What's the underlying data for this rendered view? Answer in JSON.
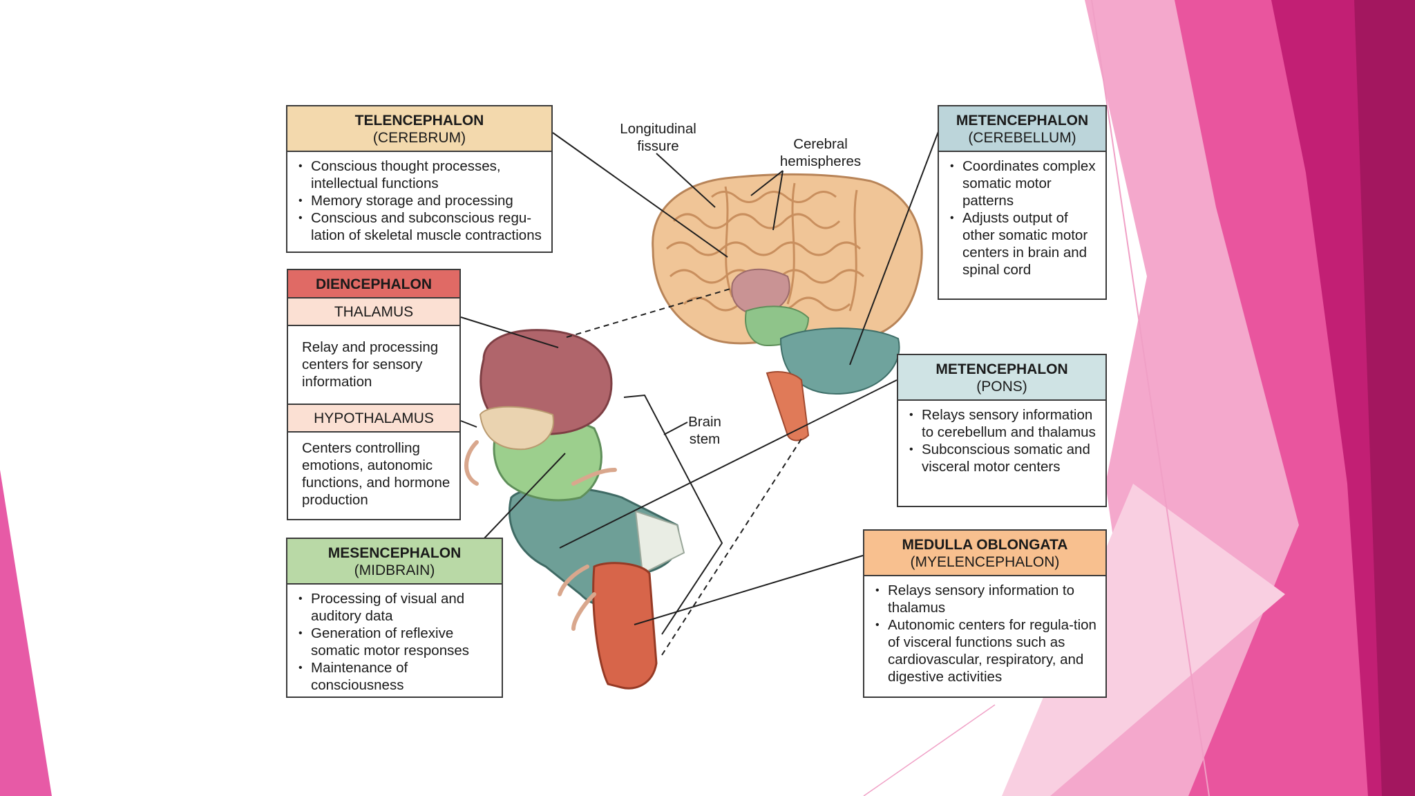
{
  "colors": {
    "telencephalon": "#f3d9ad",
    "diencephalon": "#e06a65",
    "diencephalon_sub": "#fbe0d3",
    "metencephalon": "#bcd5da",
    "mesencephalon": "#b9d9a6",
    "medulla": "#f8c08f",
    "background_accent": "#d41e7c"
  },
  "telencephalon": {
    "title": "TELENCEPHALON",
    "subtitle": "(CEREBRUM)",
    "items": [
      "Conscious thought processes, intellectual functions",
      "Memory storage and processing",
      "Conscious and subconscious regu-lation of skeletal muscle contractions"
    ]
  },
  "diencephalon": {
    "title": "DIENCEPHALON",
    "thalamus": {
      "title": "THALAMUS",
      "text": "Relay and processing centers for sensory information"
    },
    "hypothalamus": {
      "title": "HYPOTHALAMUS",
      "text": "Centers controlling emotions, autonomic functions, and hormone production"
    }
  },
  "mesencephalon": {
    "title": "MESENCEPHALON",
    "subtitle": "(MIDBRAIN)",
    "items": [
      "Processing of visual and auditory data",
      "Generation of reflexive somatic motor responses",
      "Maintenance of consciousness"
    ]
  },
  "metencephalon_cerebellum": {
    "title": "METENCEPHALON",
    "subtitle": "(CEREBELLUM)",
    "items": [
      "Coordinates complex somatic motor patterns",
      "Adjusts output of other somatic motor centers in brain and spinal cord"
    ]
  },
  "metencephalon_pons": {
    "title": "METENCEPHALON",
    "subtitle": "(PONS)",
    "items": [
      "Relays sensory information to cerebellum and thalamus",
      "Subconscious somatic and visceral motor centers"
    ]
  },
  "medulla": {
    "title": "MEDULLA OBLONGATA",
    "subtitle": "(MYELENCEPHALON)",
    "items": [
      "Relays sensory information to thalamus",
      "Autonomic centers for regula-tion of visceral functions such as cardiovascular, respiratory, and digestive activities"
    ]
  },
  "labels": {
    "longitudinal_fissure": "Longitudinal fissure",
    "cerebral_hemispheres": "Cerebral hemispheres",
    "brain_stem": "Brain stem"
  }
}
